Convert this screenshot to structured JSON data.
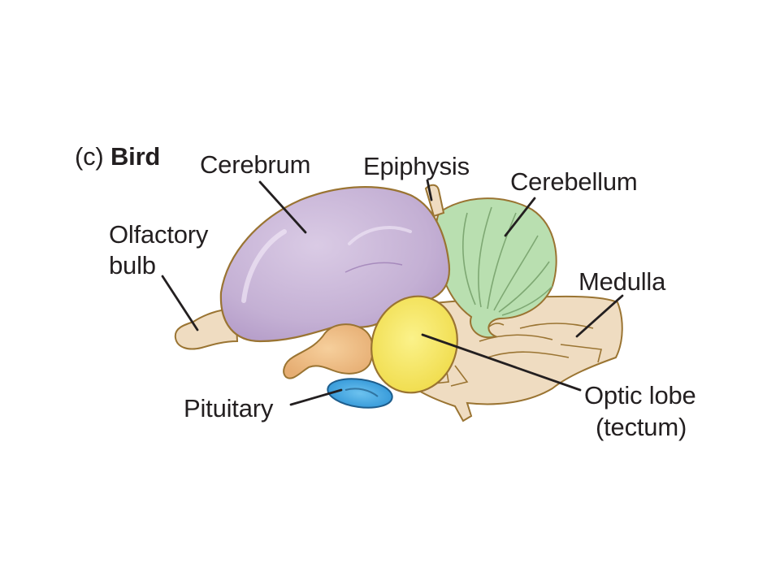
{
  "panel": {
    "letter": "(c)",
    "title": "Bird"
  },
  "labels": {
    "cerebrum": "Cerebrum",
    "epiphysis": "Epiphysis",
    "cerebellum": "Cerebellum",
    "olfactory_line1": "Olfactory",
    "olfactory_line2": "bulb",
    "medulla": "Medulla",
    "pituitary": "Pituitary",
    "optic_line1": "Optic lobe",
    "optic_line2": "(tectum)"
  },
  "colors": {
    "cerebrum": "#c7b3d6",
    "cerebellum": "#b9dfb0",
    "optic_lobe": "#f6e96a",
    "pituitary": "#3aa7e4",
    "olfactory": "#efc48f",
    "brainstem": "#efdcc1",
    "outline": "#9a7432",
    "leader": "#231f20"
  }
}
